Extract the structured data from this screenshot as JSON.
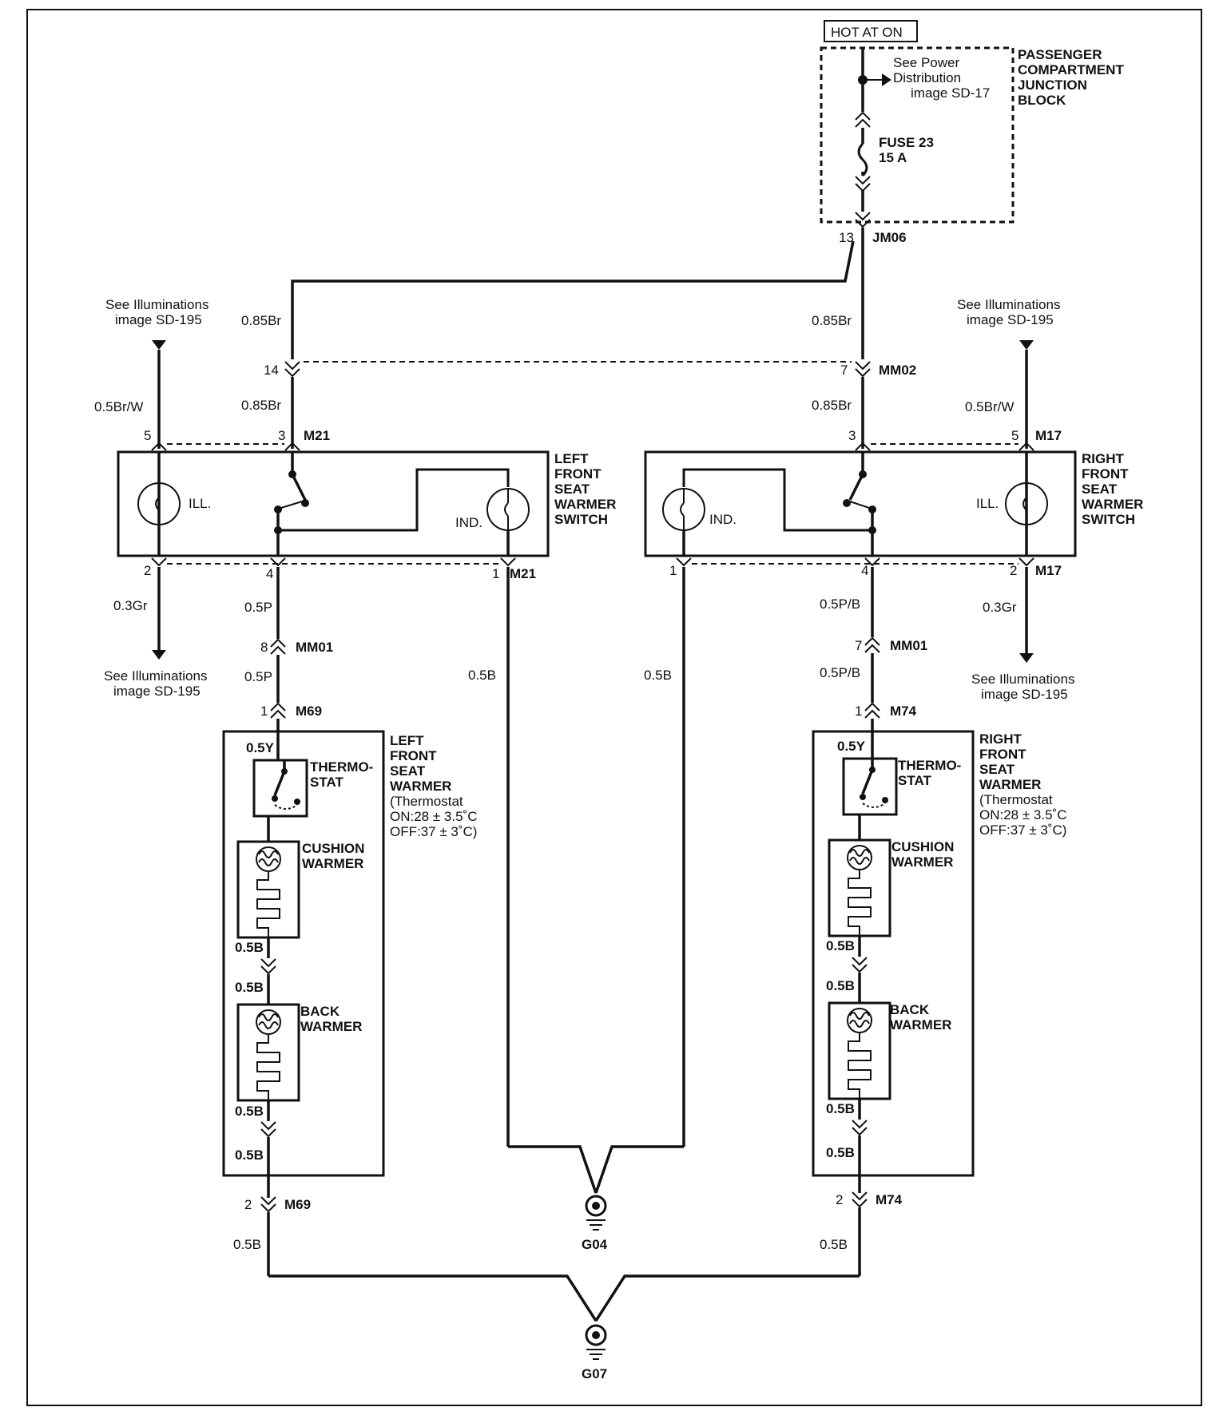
{
  "power": {
    "hot_label": "HOT AT ON",
    "see_power": [
      "See Power",
      "Distribution",
      "image SD-17"
    ],
    "junction_block": [
      "PASSENGER",
      "COMPARTMENT",
      "JUNCTION",
      "BLOCK"
    ],
    "fuse": [
      "FUSE 23",
      "15 A"
    ],
    "pin": "13",
    "connector": "JM06"
  },
  "see_illum": [
    "See Illuminations",
    "image SD-195"
  ],
  "main_wires": {
    "upper": "0.85Br",
    "lower": "0.85Br"
  },
  "mm02": {
    "pin_left": "14",
    "pin_right": "7",
    "label": "MM02"
  },
  "left_switch": {
    "title": [
      "LEFT",
      "FRONT",
      "SEAT",
      "WARMER",
      "SWITCH"
    ],
    "ill": "ILL.",
    "ind": "IND.",
    "pin5": "5",
    "pin3": "3",
    "conn_top": "M21",
    "pin2": "2",
    "pin4": "4",
    "pin1": "1",
    "conn_bottom": "M21",
    "wire_ill_top": "0.5Br/W",
    "wire_ill_bottom": "0.3Gr",
    "wire_out": "0.5P",
    "wire_gnd": "0.5B"
  },
  "right_switch": {
    "title": [
      "RIGHT",
      "FRONT",
      "SEAT",
      "WARMER",
      "SWITCH"
    ],
    "ill": "ILL.",
    "ind": "IND.",
    "pin5": "5",
    "pin3": "3",
    "conn_top": "M17",
    "pin2": "2",
    "pin4": "4",
    "pin1": "1",
    "conn_bottom": "M17",
    "wire_ill_top": "0.5Br/W",
    "wire_ill_bottom": "0.3Gr",
    "wire_out": "0.5P/B",
    "wire_gnd": "0.5B"
  },
  "mm01": {
    "pin_left": "8",
    "pin_right": "7",
    "label": "MM01"
  },
  "left_warmer": {
    "title": [
      "LEFT",
      "FRONT",
      "SEAT",
      "WARMER",
      "(Thermostat",
      "ON:28 ± 3.5˚C",
      "OFF:37 ± 3˚C)"
    ],
    "conn": "M69",
    "pin_in": "1",
    "pin_out": "2",
    "wire_in": "0.5Y",
    "wire_mid": "0.5B",
    "wire_out": "0.5B",
    "thermostat": [
      "THERMO-",
      "STAT"
    ],
    "cushion": [
      "CUSHION",
      "WARMER"
    ],
    "back": [
      "BACK",
      "WARMER"
    ]
  },
  "right_warmer": {
    "title": [
      "RIGHT",
      "FRONT",
      "SEAT",
      "WARMER",
      "(Thermostat",
      "ON:28 ± 3.5˚C",
      "OFF:37 ± 3˚C)"
    ],
    "conn": "M74",
    "pin_in": "1",
    "pin_out": "2",
    "wire_in": "0.5Y",
    "wire_mid": "0.5B",
    "wire_out": "0.5B",
    "thermostat": [
      "THERMO-",
      "STAT"
    ],
    "cushion": [
      "CUSHION",
      "WARMER"
    ],
    "back": [
      "BACK",
      "WARMER"
    ]
  },
  "grounds": {
    "g04": "G04",
    "g07": "G07"
  }
}
